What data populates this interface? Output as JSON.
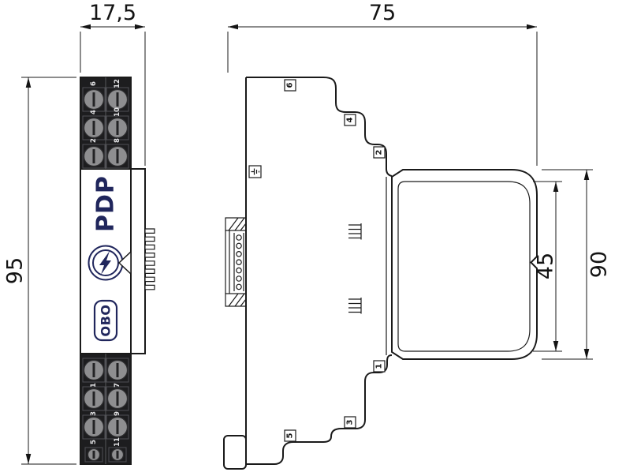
{
  "dimensions": {
    "front_width": "17,5",
    "depth": "75",
    "front_height": "95",
    "module_height": "45",
    "side_height": "90"
  },
  "front_view": {
    "product_label": "PDP",
    "brand_label": "OBO",
    "top_terminals": [
      [
        "6",
        "12"
      ],
      [
        "4",
        "10"
      ],
      [
        "2",
        "8"
      ]
    ],
    "bottom_terminals": [
      [
        "1",
        "7"
      ],
      [
        "3",
        "9"
      ],
      [
        "5",
        "11"
      ]
    ]
  },
  "side_view": {
    "top_steps": [
      "6",
      "4",
      "2"
    ],
    "bottom_steps": [
      "1",
      "3",
      "5"
    ]
  },
  "icons": {
    "logo": "obo-lightning-logo",
    "ground": "ground-symbol",
    "marker": "triangle-marker"
  },
  "colors": {
    "line": "#1a1a1a",
    "brand": "#20265c",
    "terminal_block": "#1d1d1f",
    "screw": "#8e8e90",
    "background": "#ffffff"
  }
}
